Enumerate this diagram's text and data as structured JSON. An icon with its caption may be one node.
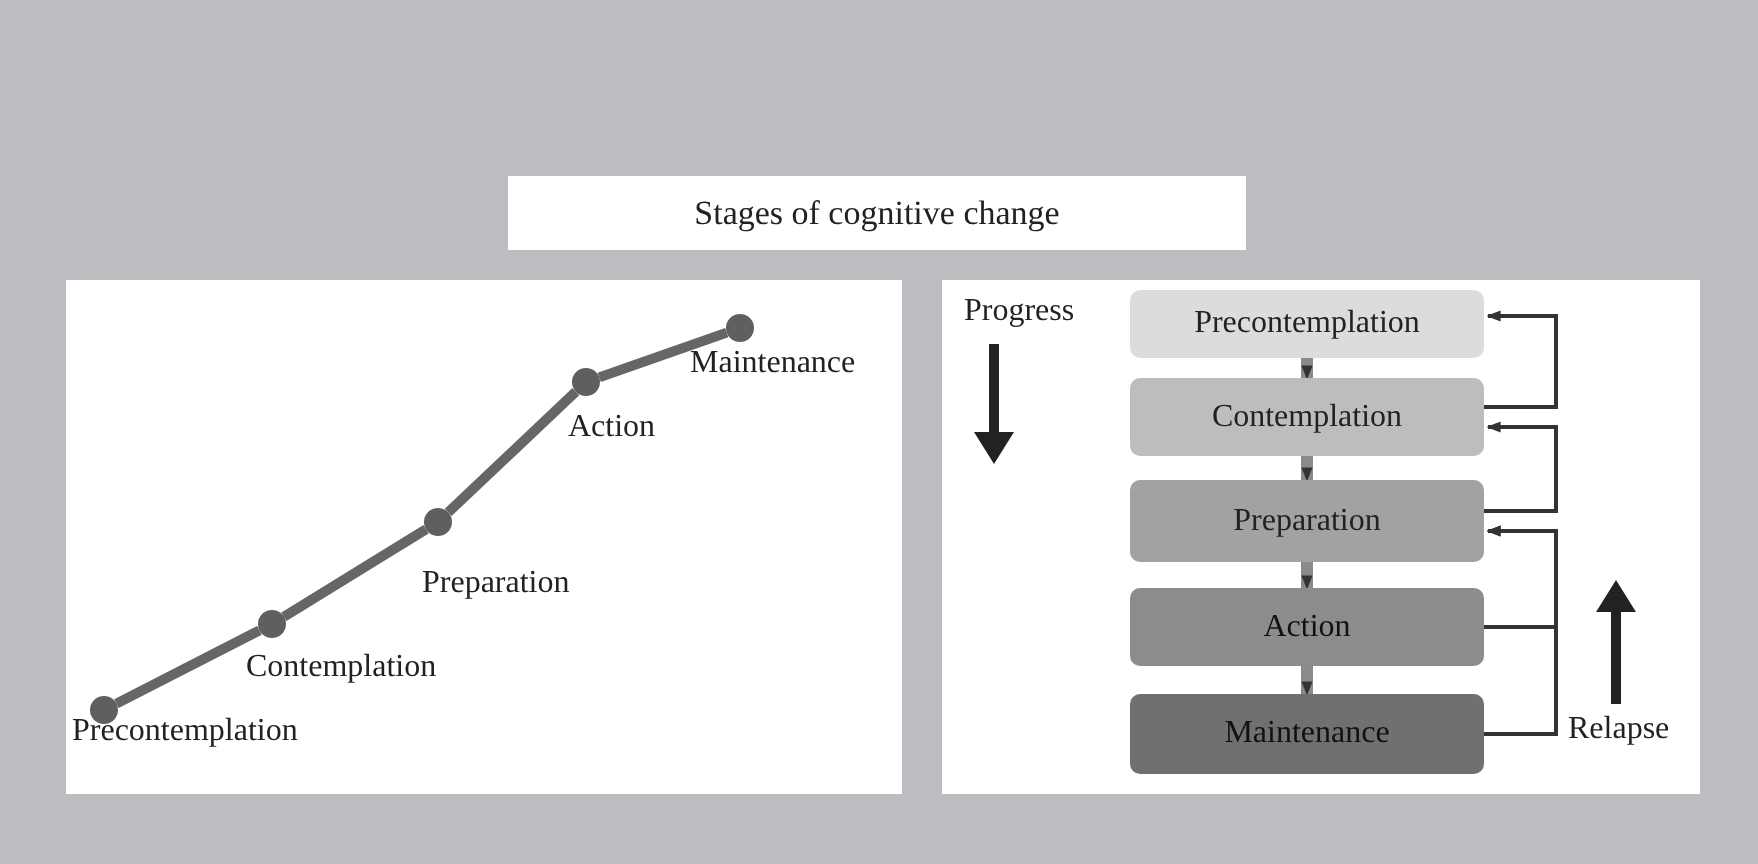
{
  "diagram": {
    "title": "Stages of cognitive change",
    "nodes": [
      {
        "text": [],
        "shape": "circle",
        "beside": [
          "Precontemplation"
        ]
      },
      {
        "text": [],
        "shape": "circle",
        "beside": [
          "Contemplation"
        ]
      },
      {
        "text": [],
        "shape": "circle",
        "beside": [
          "Preparation"
        ]
      },
      {
        "text": [],
        "shape": "circle",
        "beside": [
          "Action"
        ]
      },
      {
        "text": [],
        "shape": "circle",
        "beside": [
          "Maintenance"
        ]
      },
      {
        "text": [
          "Precontemplation"
        ]
      },
      {
        "text": [
          "Contemplation"
        ]
      },
      {
        "text": [
          "Preparation"
        ]
      },
      {
        "text": [
          "Action"
        ]
      },
      {
        "text": [
          "Maintenance"
        ]
      }
    ],
    "edges": [
      {
        "from": 0,
        "to": 1,
        "arrow": "none"
      },
      {
        "from": 1,
        "to": 2,
        "arrow": "none"
      },
      {
        "from": 2,
        "to": 3,
        "arrow": "none"
      },
      {
        "from": 3,
        "to": 4,
        "arrow": "none"
      },
      {
        "from": 5,
        "to": 6,
        "arrow": "to"
      },
      {
        "from": 6,
        "to": 7,
        "arrow": "to"
      },
      {
        "from": 7,
        "to": 8,
        "arrow": "to"
      },
      {
        "from": 8,
        "to": 9,
        "arrow": "to"
      },
      {
        "from": 9,
        "to": 7,
        "arrow": "to"
      },
      {
        "from": 8,
        "to": 7,
        "arrow": "to"
      },
      {
        "from": 7,
        "to": 6,
        "arrow": "to"
      },
      {
        "from": 6,
        "to": 5,
        "arrow": "to"
      }
    ],
    "labels": [
      "Progress",
      "Relapse"
    ]
  }
}
